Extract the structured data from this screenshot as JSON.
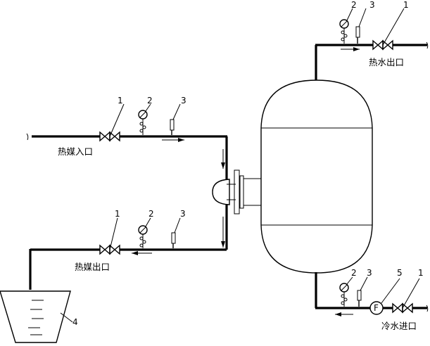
{
  "labels": {
    "heat_medium_inlet": "热媒入口",
    "heat_medium_outlet": "热媒出口",
    "hot_water_outlet": "热水出口",
    "cold_water_inlet": "冷水进口"
  },
  "callouts": {
    "valve": "1",
    "pressure_gauge": "2",
    "thermometer": "3",
    "tank": "4",
    "flowmeter": "5"
  },
  "flowmeter_symbol": "F"
}
